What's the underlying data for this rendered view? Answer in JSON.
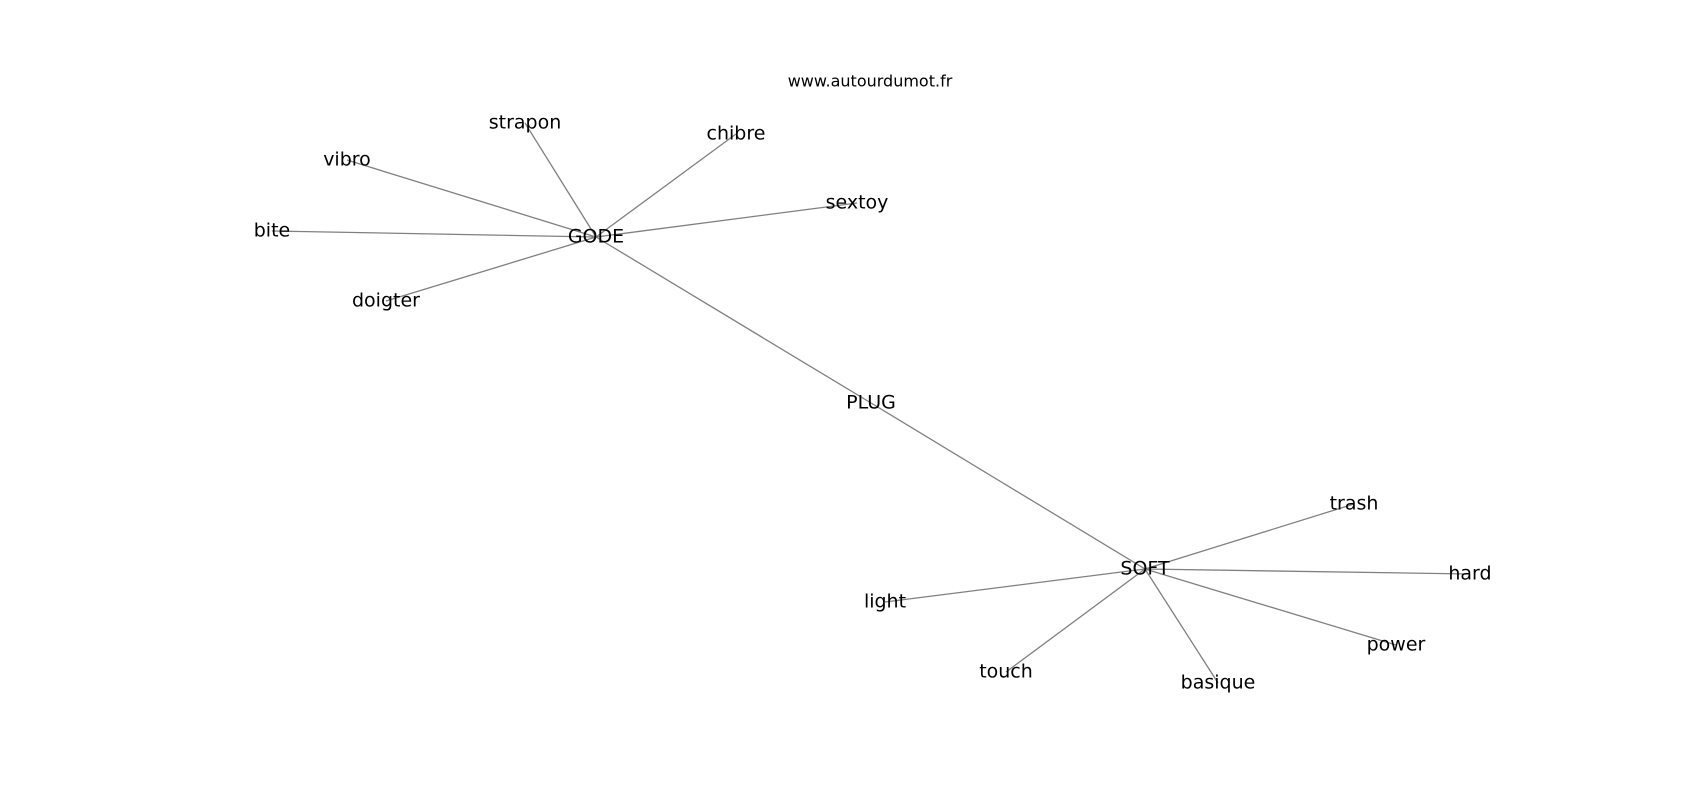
{
  "watermark": "www.autourdumot.fr",
  "graph": {
    "nodes": [
      {
        "id": "PLUG"
      },
      {
        "id": "GODE"
      },
      {
        "id": "SOFT"
      },
      {
        "id": "strapon"
      },
      {
        "id": "chibre"
      },
      {
        "id": "vibro"
      },
      {
        "id": "sextoy"
      },
      {
        "id": "bite"
      },
      {
        "id": "doigter"
      },
      {
        "id": "trash"
      },
      {
        "id": "hard"
      },
      {
        "id": "light"
      },
      {
        "id": "power"
      },
      {
        "id": "touch"
      },
      {
        "id": "basique"
      }
    ],
    "edges": [
      [
        "GODE",
        "PLUG"
      ],
      [
        "PLUG",
        "SOFT"
      ],
      [
        "GODE",
        "strapon"
      ],
      [
        "GODE",
        "chibre"
      ],
      [
        "GODE",
        "vibro"
      ],
      [
        "GODE",
        "sextoy"
      ],
      [
        "GODE",
        "bite"
      ],
      [
        "GODE",
        "doigter"
      ],
      [
        "SOFT",
        "trash"
      ],
      [
        "SOFT",
        "hard"
      ],
      [
        "SOFT",
        "light"
      ],
      [
        "SOFT",
        "power"
      ],
      [
        "SOFT",
        "touch"
      ],
      [
        "SOFT",
        "basique"
      ]
    ],
    "edge_color": "#808080",
    "label_color": "#000000",
    "background": "#ffffff"
  }
}
